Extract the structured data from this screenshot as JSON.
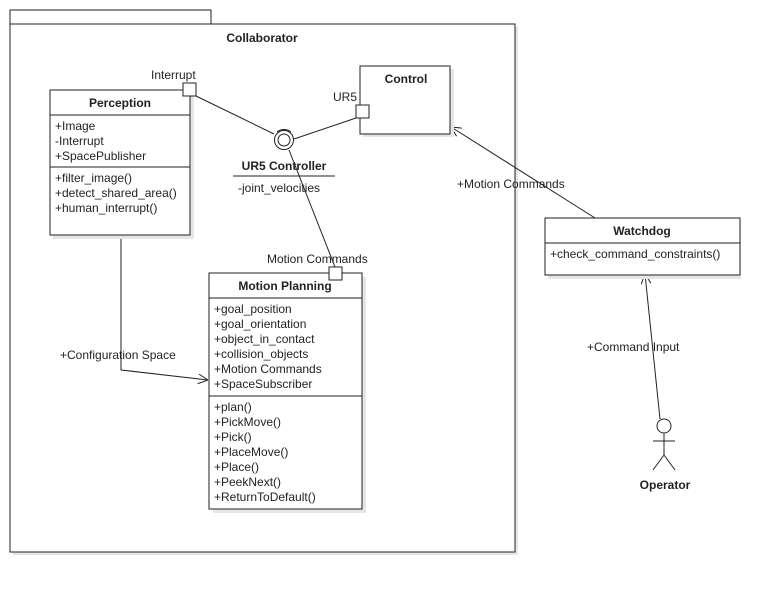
{
  "package": {
    "title": "Collaborator"
  },
  "perception": {
    "title": "Perception",
    "attributes": [
      "+Image",
      "-Interrupt",
      "+SpacePublisher"
    ],
    "operations": [
      "+filter_image()",
      "+detect_shared_area()",
      "+human_interrupt()"
    ],
    "port_label": "Interrupt"
  },
  "control": {
    "title": "Control",
    "port_label": "UR5"
  },
  "ur5_controller": {
    "title": "UR5 Controller",
    "attribute": "-joint_velocities"
  },
  "motion_planning": {
    "title": "Motion Planning",
    "port_label": "Motion Commands",
    "attributes": [
      "+goal_position",
      "+goal_orientation",
      "+object_in_contact",
      "+collision_objects",
      "+Motion Commands",
      "+SpaceSubscriber"
    ],
    "operations": [
      "+plan()",
      "+PickMove()",
      "+Pick()",
      "+PlaceMove()",
      "+Place()",
      "+PeekNext()",
      "+ReturnToDefault()"
    ]
  },
  "watchdog": {
    "title": "Watchdog",
    "operations": [
      "+check_command_constraints()"
    ]
  },
  "operator": {
    "title": "Operator"
  },
  "edges": {
    "configuration_space": "+Configuration Space",
    "motion_commands": "+Motion Commands",
    "command_input": "+Command Input"
  }
}
